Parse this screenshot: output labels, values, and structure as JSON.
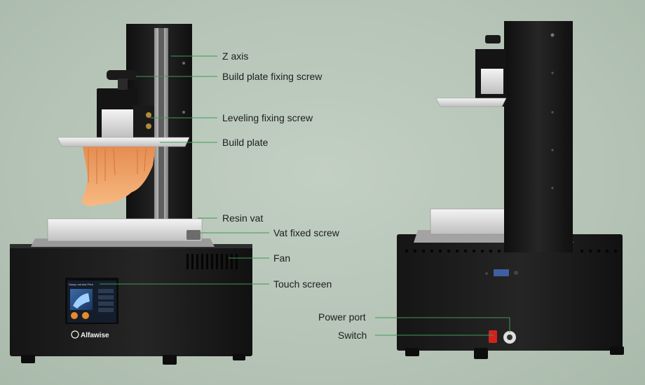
{
  "brand": "Alfawise",
  "screen_header": "Sanyu vat test Print",
  "callouts": {
    "z_axis": "Z axis",
    "build_plate_fixing_screw": "Build plate fixing screw",
    "leveling_fixing_screw": "Leveling fixing screw",
    "build_plate": "Build plate",
    "resin_vat": "Resin vat",
    "vat_fixed_screw": "Vat fixed screw",
    "fan": "Fan",
    "touch_screen": "Touch screen",
    "power_port": "Power port",
    "switch": "Switch"
  },
  "colors": {
    "background": "#b6c5b7",
    "body": "#1c1c1c",
    "resin_print": "#f2a56a",
    "leader_line": "#3f9a55",
    "switch": "#d0241c"
  }
}
